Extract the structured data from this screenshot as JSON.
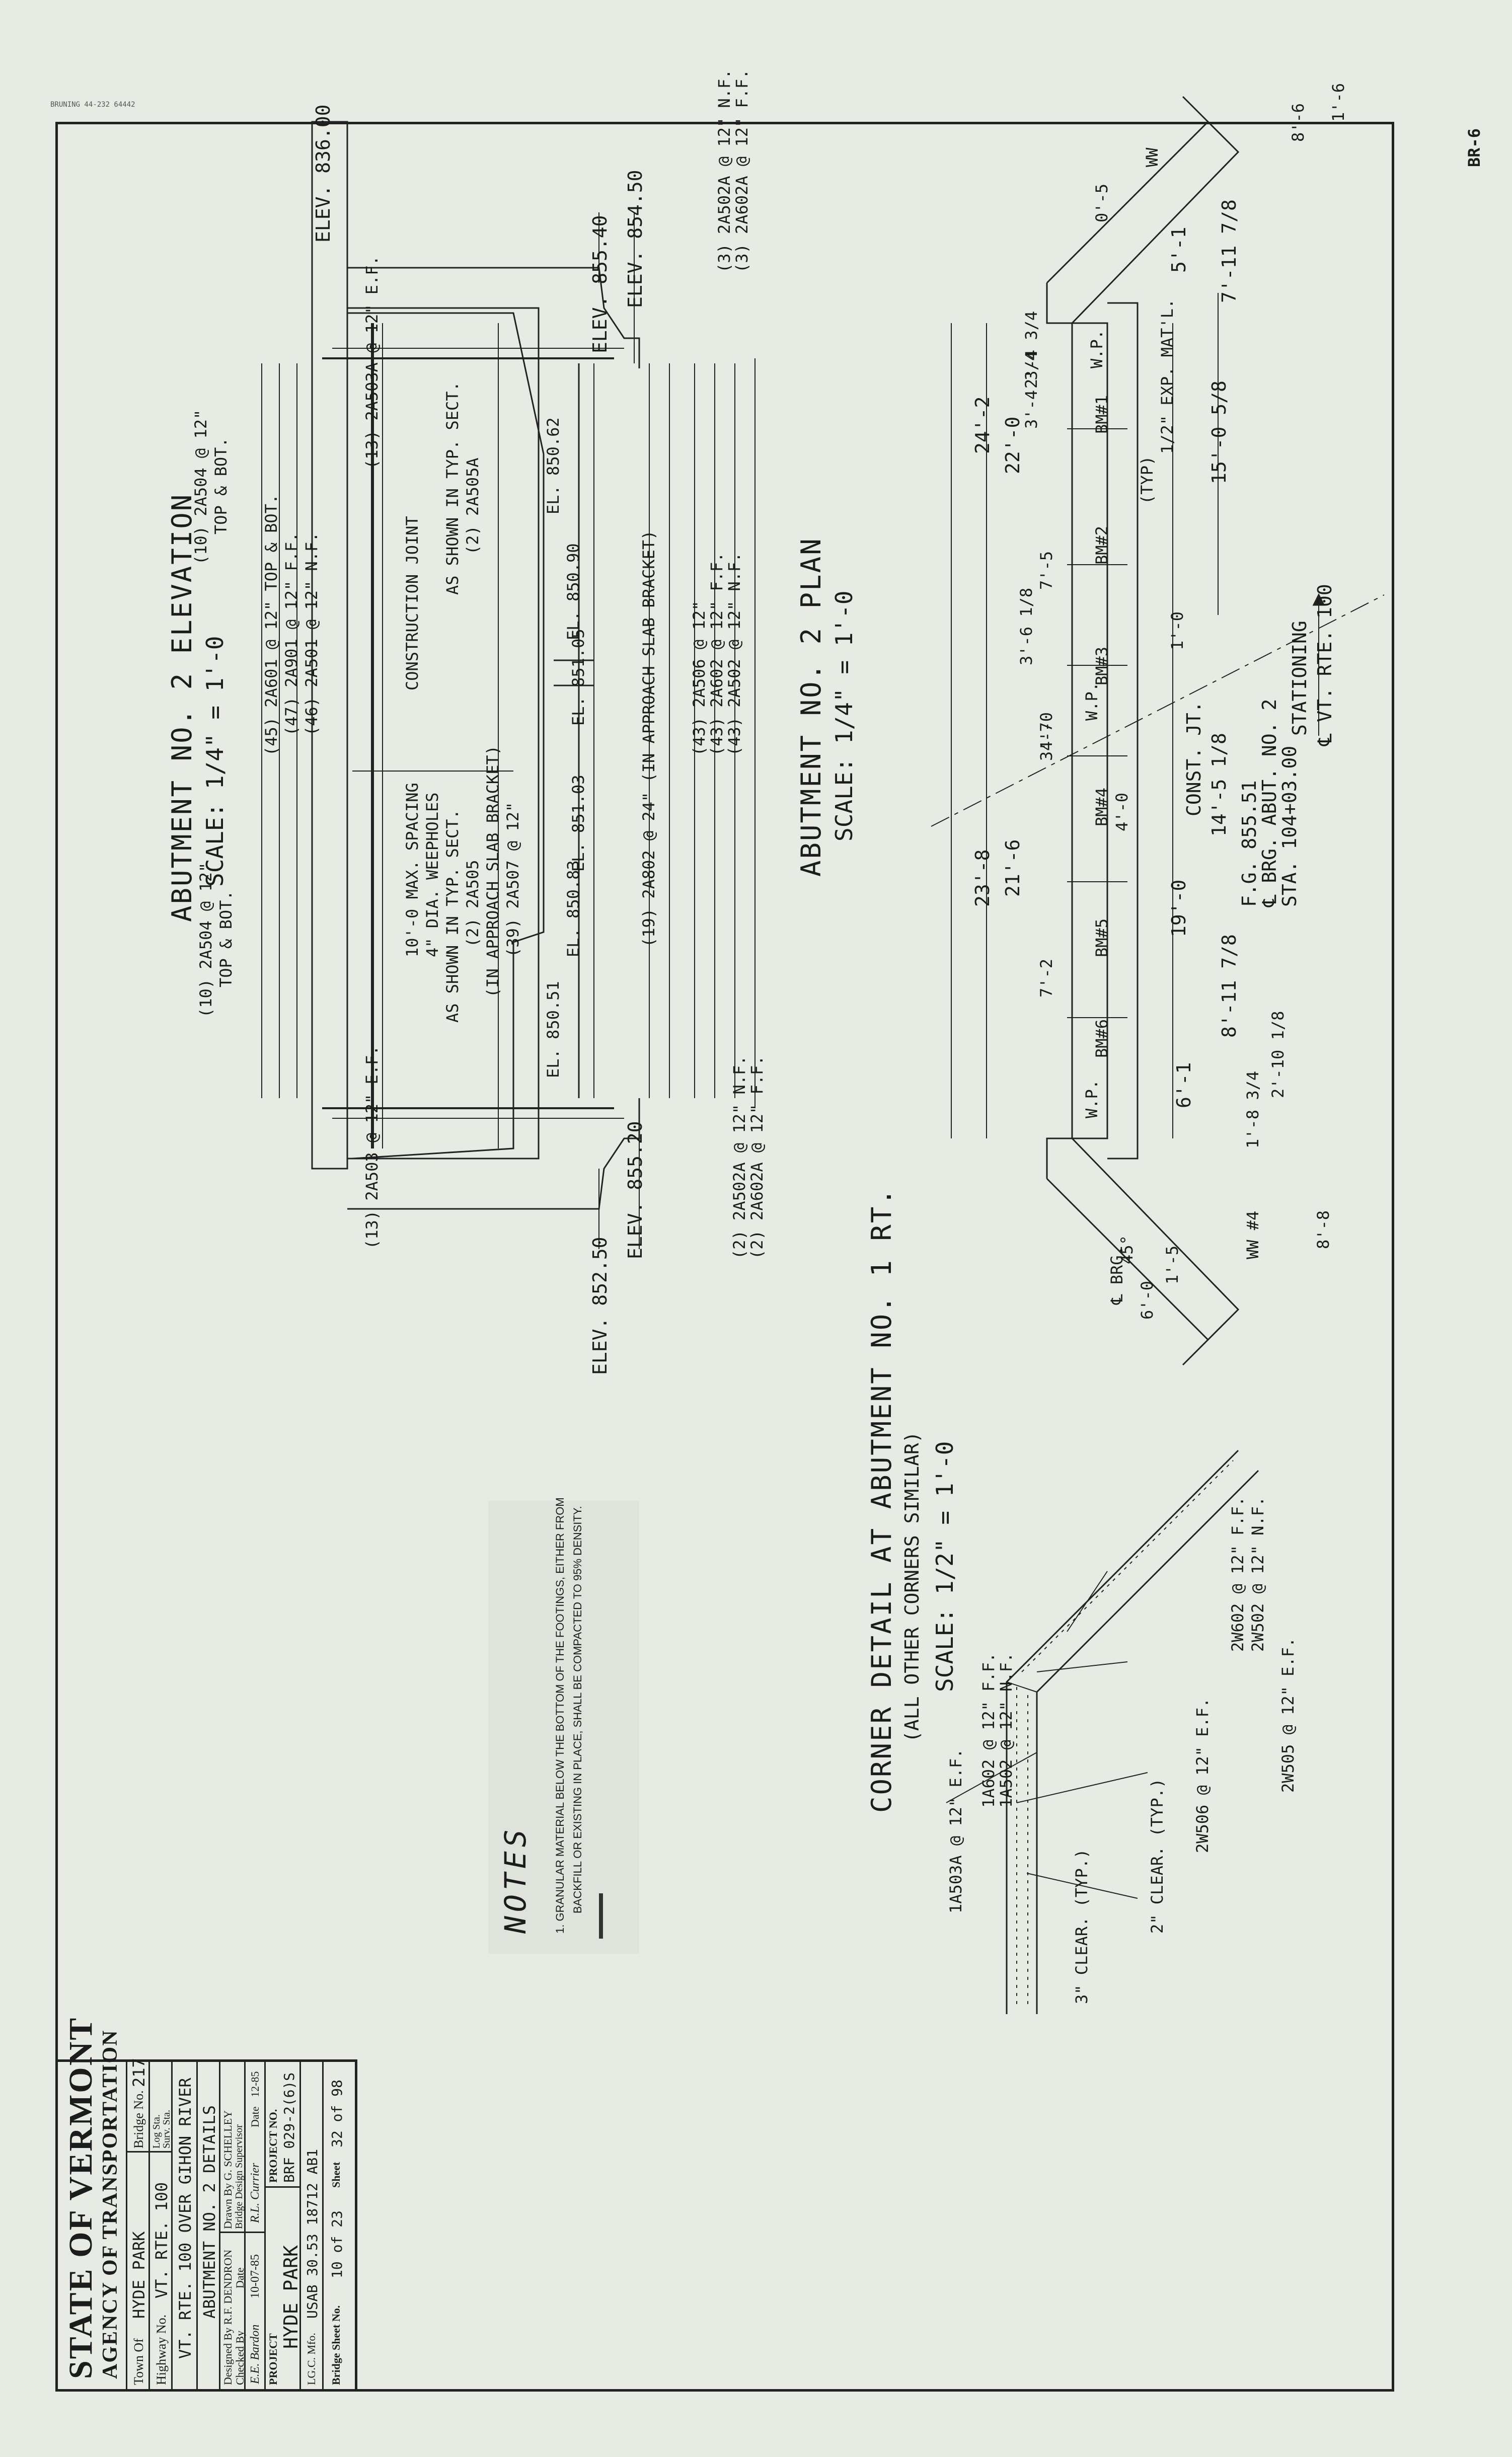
{
  "sheet_code": "BR-6",
  "printer": "BRUNING 44-232 64442",
  "plan": {
    "title": "ABUTMENT NO. 2 PLAN",
    "scale": "SCALE: 1/4\" = 1'-0",
    "labels": {
      "centerline": "℄ VT. RTE. 100",
      "stationing": "STATIONING",
      "sta": "STA. 104+03.00",
      "brg": "℄ BRG. ABUT. NO. 2",
      "fg": "F.G. 855.51",
      "const_jt": "CONST. JT.",
      "typ": "(TYP)",
      "exp_mat": "1/2\" EXP. MAT'L.",
      "wp": "W.P.",
      "brg_tag": "℄ BRG.",
      "ww4": "WW #4",
      "ww": "WW",
      "angle": "45°"
    },
    "beams": [
      "BM#1",
      "BM#2",
      "BM#3",
      "BM#4",
      "BM#5",
      "BM#6"
    ],
    "dims": {
      "d24_2": "24'-2",
      "d22_0": "22'-0",
      "d21_6": "21'-6",
      "d23_8": "23'-8",
      "d15_0": "15'-0 5/8",
      "d14_5": "14'-5 1/8",
      "d19_0": "19'-0",
      "d8_11": "8'-11 7/8",
      "d7_11": "7'-11 7/8",
      "d6_1": "6'-1",
      "d5_1": "5'-1",
      "d1_0": "1'-0",
      "d4_0": "4'-0",
      "d7_5": "7'-5",
      "d7_2": "7'-2",
      "d3_7": "3'-7",
      "d8_6": "8'-6",
      "d1_6": "1'-6",
      "d2_10": "2'-10 1/8",
      "d1_8": "1'-8 3/4",
      "d6_0": "6'-0",
      "d1_5": "1'-5",
      "d8_8": "8'-8",
      "d0_5": "0'-5",
      "d3_4": "3'-4 3/4",
      "d2_4": "2'-4 3/4",
      "d3_6": "3'-6 1/8",
      "d7_5b": "7'-5"
    }
  },
  "elevation": {
    "title": "ABUTMENT NO. 2 ELEVATION",
    "scale": "SCALE: 1/4\" = 1'-0",
    "labels": {
      "elev_836": "ELEV. 836.00",
      "elev_85540": "ELEV. 855.40",
      "elev_85450": "ELEV. 854.50",
      "elev_85520": "ELEV. 855.20",
      "elev_85250": "ELEV. 852.50",
      "el_85062": "EL. 850.62",
      "el_85090": "EL. 850.90",
      "el_85105": "EL. 851.05",
      "el_85103": "EL. 851.03",
      "el_85083": "EL. 850.83",
      "el_85051": "EL. 850.51",
      "constr_joint": "CONSTRUCTION JOINT",
      "bar_2a502a_top": "(3) 2A502A @ 12\" N.F.",
      "bar_2a602a_top": "(3) 2A602A @ 12\" F.F.",
      "bar_2a502a_bot": "(2) 2A502A @ 12\" N.F.",
      "bar_2a602a_bot": "(2) 2A602A @ 12\" F.F.",
      "bar_2a503a": "(13) 2A503A @ 12\" E.F.",
      "bar_2a503": "(13) 2A503 @ 12\" E.F.",
      "bar_2a505a_1": "(2) 2A505A",
      "bar_2a505a_2": "AS SHOWN IN TYP. SECT.",
      "bar_2a505_1": "(2) 2A505",
      "bar_2a505_2": "AS SHOWN IN TYP. SECT.",
      "weep_1": "4\" DIA. WEEPHOLES",
      "weep_2": "10'-0 MAX. SPACING",
      "bar_2a802": "(19) 2A802 @ 24\" (IN APPROACH SLAB BRACKET)",
      "bar_2a507_1": "(39) 2A507 @ 12\"",
      "bar_2a507_2": "(IN APPROACH SLAB BRACKET)",
      "bar_2a506": "(43) 2A506 @ 12\"",
      "bar_2a602": "(43) 2A602 @ 12\" F.F.",
      "bar_2a502": "(43) 2A502 @ 12\" N.F.",
      "bar_2a504_top_1": "(10) 2A504 @ 12\"",
      "bar_2a504_top_2": "TOP & BOT.",
      "bar_2a504_bot_1": "(10) 2A504 @ 12\"",
      "bar_2a504_bot_2": "TOP & BOT.",
      "bar_2a501": "(46) 2A501 @ 12\" N.F.",
      "bar_2a901": "(47) 2A901 @ 12\" F.F.",
      "bar_2a601": "(45) 2A601 @ 12\" TOP & BOT."
    }
  },
  "corner": {
    "title_1": "CORNER DETAIL AT ABUTMENT NO. 1 RT.",
    "title_2": "(ALL OTHER CORNERS SIMILAR)",
    "scale": "SCALE: 1/2\" = 1'-0",
    "labels": {
      "w505": "2W505 @ 12\" E.F.",
      "w506": "2W506 @ 12\" E.F.",
      "clear2": "2\" CLEAR. (TYP.)",
      "clear3": "3\" CLEAR. (TYP.)",
      "a502": "1A502 @ 12\" N.F.",
      "a602": "1A602 @ 12\" F.F.",
      "a503": "1A503A @ 12\" E.F.",
      "w502": "2W502 @ 12\" N.F.",
      "w602": "2W602 @ 12\" F.F."
    }
  },
  "notes": {
    "title": "NOTES",
    "item_1": "1.  GRANULAR MATERIAL BELOW THE BOTTOM OF THE FOOTINGS, EITHER FROM",
    "item_2": "BACKFILL OR EXISTING IN PLACE, SHALL BE COMPACTED TO 95% DENSITY."
  },
  "title_block": {
    "agency_1": "STATE OF VERMONT",
    "agency_2": "AGENCY OF TRANSPORTATION",
    "town_label": "Town Of",
    "town": "HYDE PARK",
    "bridge_no_label": "Bridge No.",
    "bridge_no": "217",
    "highway_label": "Highway No.",
    "highway": "VT. RTE. 100",
    "log_sta": "Log Sta.",
    "surv_sta": "Surv. Sta.",
    "desc_1": "VT. RTE. 100 OVER GIHON RIVER",
    "desc_2": "ABUTMENT NO. 2 DETAILS",
    "designed_by": "Designed By R.F. DENDRON",
    "drawn_by": "Drawn By G. SCHELLEY",
    "checked_by": "Checked By",
    "date_label": "Date",
    "bridge_design_supervisor": "Bridge Design Supervisor",
    "checker_sig": "E.E. Bardon",
    "check_date": "10-07-85",
    "supervisor_sig": "R.L. Currier",
    "sup_date": "12-85",
    "project_label": "PROJECT",
    "project": "HYDE PARK",
    "project_no_label": "PROJECT NO.",
    "project_no": "BRF 029-2(6)S",
    "lgc": "LG.C. Mfo.",
    "lgc_no": "USAB 30.53 18712 AB1",
    "bridge_sheet": "Bridge Sheet No.",
    "bridge_sheet_no": "10 of 23",
    "sheet_label": "Sheet",
    "sheet_no": "32 of 98"
  }
}
